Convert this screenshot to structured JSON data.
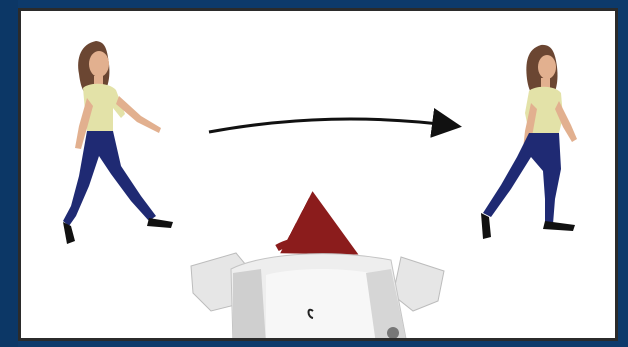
{
  "figure": {
    "colors": {
      "background_panel": "#0d3a6b",
      "frame_border": "#2b2b2b",
      "canvas": "#ffffff",
      "arrow_black": "#111111",
      "arrow_red": "#8b1c1c",
      "skin": "#e2b08f",
      "hair": "#6b4632",
      "shirt": "#e3e2a8",
      "jeans": "#1f2a73",
      "robot": "#e6e6e6"
    },
    "elements": {
      "left_person": "walking-person-left",
      "right_person": "walking-person-right",
      "motion_arrow": "arrow-right",
      "rotation_arrow": "curved-arrow",
      "robot": "robot-head-top-view"
    }
  }
}
